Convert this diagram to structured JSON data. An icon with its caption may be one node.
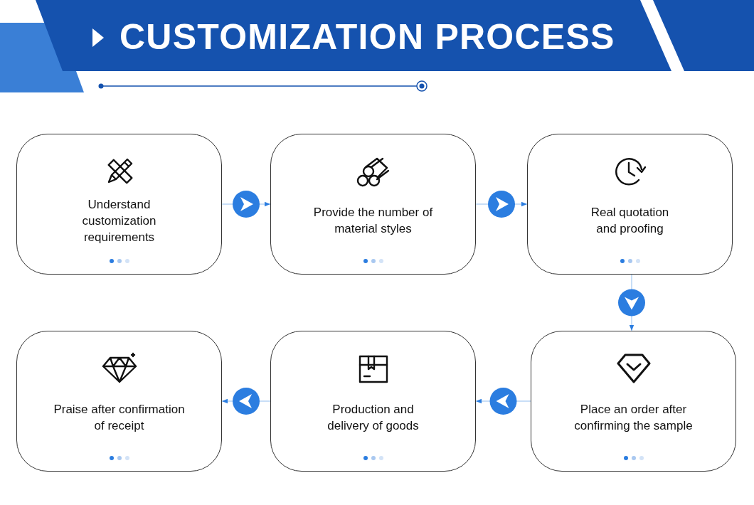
{
  "diagram": {
    "title": "CUSTOMIZATION PROCESS",
    "nodes": [
      {
        "text": [
          "Understand customization requirements"
        ]
      },
      {
        "text": [
          "Provide the number of material styles"
        ]
      },
      {
        "text": [
          "Real quotation and proofing"
        ]
      },
      {
        "text": [
          "Praise after confirmation of receipt"
        ]
      },
      {
        "text": [
          "Production and delivery of goods"
        ]
      },
      {
        "text": [
          "Place an order after confirming the sample"
        ]
      }
    ],
    "edges": [
      {
        "from": 0,
        "to": 1,
        "arrow": "to"
      },
      {
        "from": 1,
        "to": 2,
        "arrow": "to"
      },
      {
        "from": 2,
        "to": 5,
        "arrow": "to"
      },
      {
        "from": 5,
        "to": 4,
        "arrow": "to"
      },
      {
        "from": 4,
        "to": 3,
        "arrow": "to"
      }
    ]
  }
}
